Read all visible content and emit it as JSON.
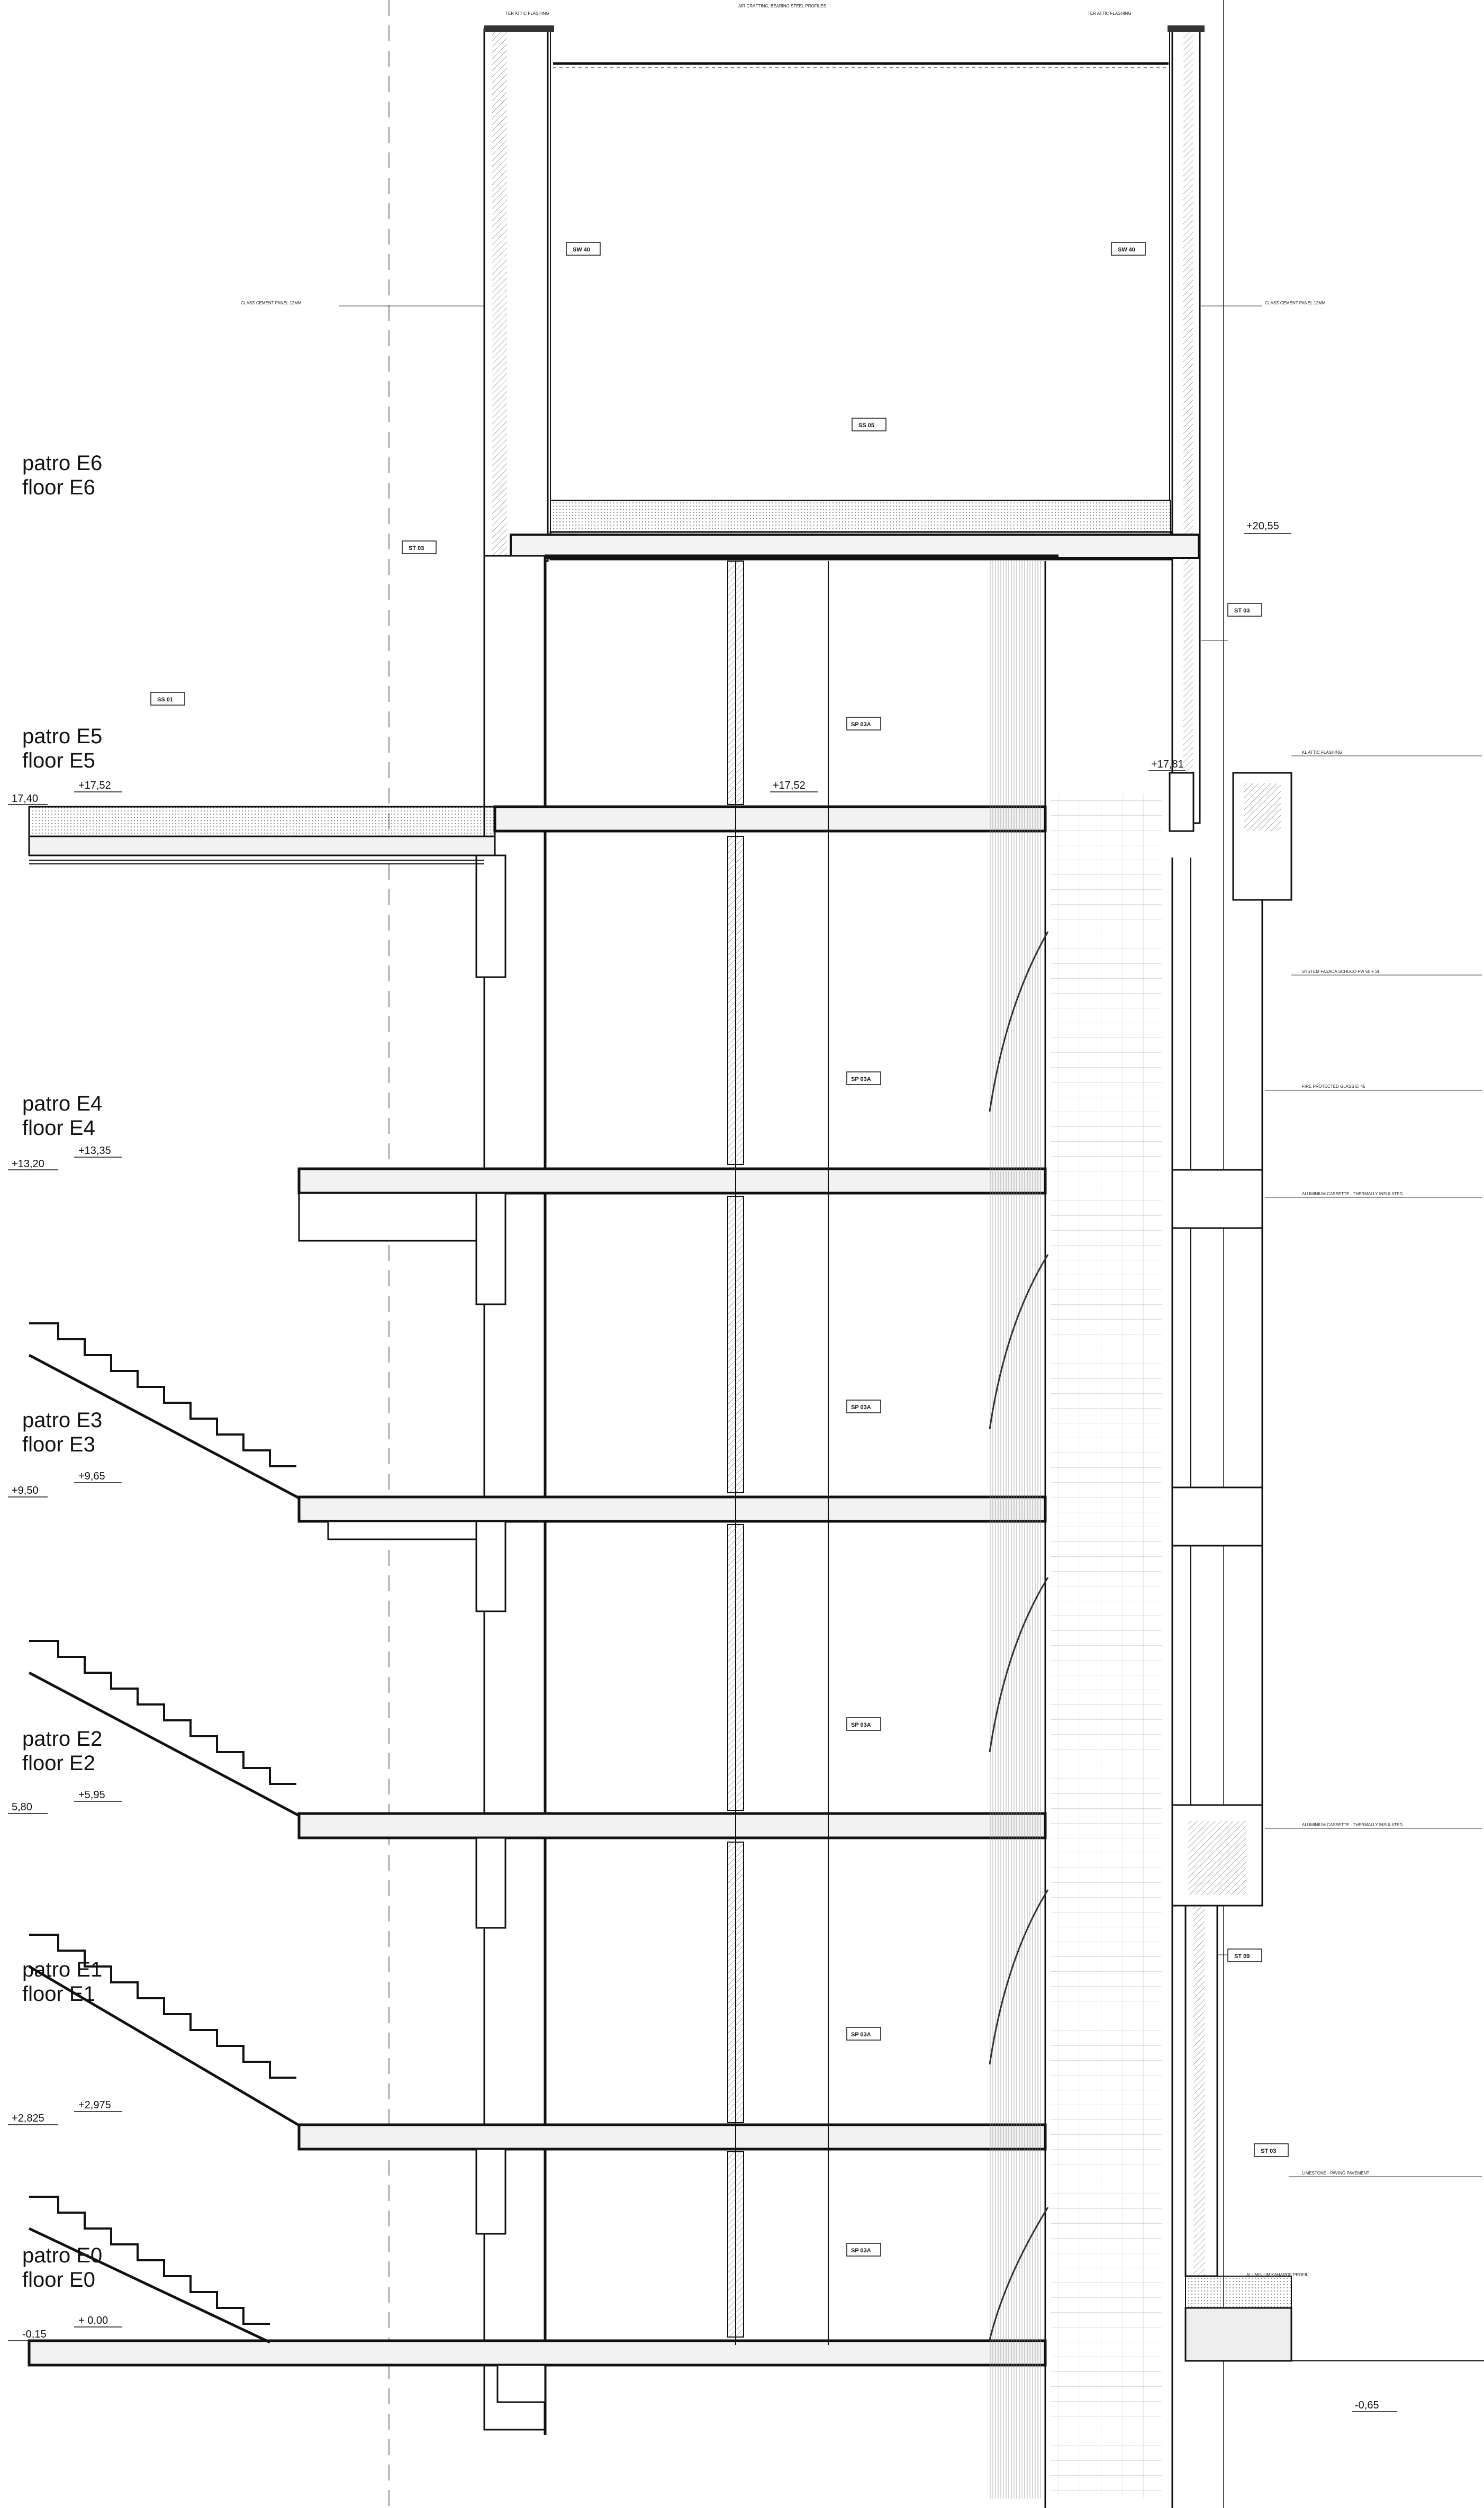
{
  "floors": [
    {
      "cz": "patro E6",
      "en": "floor E6"
    },
    {
      "cz": "patro E5",
      "en": "floor E5"
    },
    {
      "cz": "patro E4",
      "en": "floor E4"
    },
    {
      "cz": "patro E3",
      "en": "floor E3"
    },
    {
      "cz": "patro E2",
      "en": "floor E2"
    },
    {
      "cz": "patro E1",
      "en": "floor E1"
    },
    {
      "cz": "patro E0",
      "en": "floor E0"
    }
  ],
  "levels": {
    "top": "+20,55",
    "attic": "+17,81",
    "e5_left": "17,40",
    "e5_a": "+17,52",
    "e5_b": "+17,52",
    "e4_left": "+13,20",
    "e4_right": "+13,35",
    "e3_left": "+9,50",
    "e3_right": "+9,65",
    "e2_left": "5,80",
    "e2_right": "+5,95",
    "e1_left": "+2,825",
    "e1_right": "+2,975",
    "e0_left": "-0,15",
    "e0_right": "+ 0,00",
    "ground": "-0,65"
  },
  "tags": {
    "sw_left": "SW 40",
    "sw_right": "SW 40",
    "ss05": "SS 05",
    "st03_left": "ST 03",
    "st03_right": "ST 03",
    "ss01": "SS 01",
    "sp_e5": "SP 03A",
    "sp_e4": "SP 03A",
    "sp_e3": "SP 03A",
    "sp_e2": "SP 03A",
    "sp_e1": "SP 03A",
    "sp_e0": "SP 03A",
    "st09": "ST 09",
    "st03_low": "ST 03"
  },
  "notes": {
    "attic_left": "TER ATTIC FLASHING",
    "attic_right": "TER ATTIC FLASHING",
    "roof_top": "AIR CRAFTING, BEARING STEEL PROFILES",
    "glass_panel_left": "GLASS CEMENT PANEL 12MM",
    "glass_panel_right": "GLASS CEMENT PANEL 12MM",
    "kl_attic": "KL ATTIC FLASHING",
    "facade_system": "SYSTEM FASADA SCHUCO FW 50 + SI",
    "fire_glass": "FIRE PROTECTED GLASS EI 45",
    "alu_cassette": "ALUMINIUM CASSETTE - THERMALLY INSULATED",
    "alu_cassette_low": "ALUMINIUM CASSETTE - THERMALLY INSULATED",
    "alu_bottom": "ALUMINIUM KAHAROF PROFIL",
    "limestone": "LIMESTONE - PAVING PAVEMENT"
  }
}
